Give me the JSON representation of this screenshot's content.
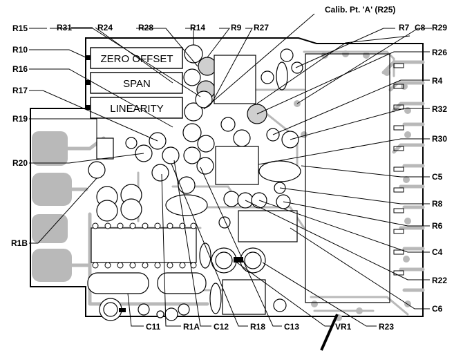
{
  "labels": {
    "calib": "Calib. Pt. 'A' (R25)",
    "top": [
      "R31",
      "R24",
      "R28",
      "R14",
      "R9",
      "R27",
      "R7",
      "C8",
      "R29"
    ],
    "left": [
      "R15",
      "R10",
      "R16",
      "R17",
      "R19",
      "R20",
      "R1B"
    ],
    "right": [
      "R26",
      "R4",
      "R32",
      "R30",
      "C5",
      "R8",
      "R6",
      "C4",
      "R22",
      "C6"
    ],
    "bottom": [
      "C11",
      "R1A",
      "C12",
      "R18",
      "C13",
      "VR1",
      "R23"
    ]
  },
  "adjustments": {
    "zero_offset": "ZERO OFFSET",
    "span": "SPAN",
    "linearity": "LINEARITY"
  },
  "colors": {
    "trace": "#b9b9b9",
    "outline": "#000000",
    "highlight": "#cfcfcf"
  }
}
